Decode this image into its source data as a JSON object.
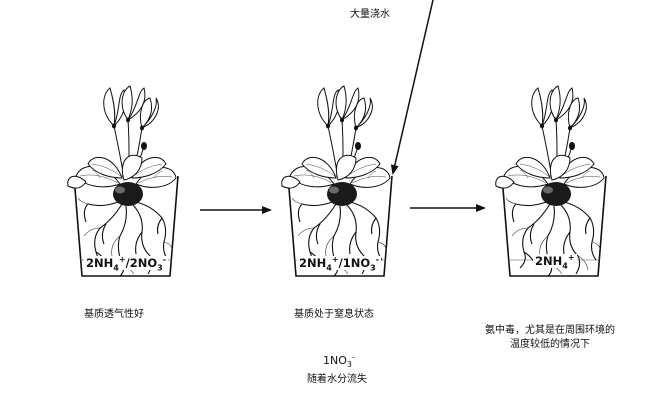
{
  "top_label": "大量浇水",
  "stages": [
    {
      "pot_label": {
        "a": "2NH",
        "a_sub": "4",
        "a_sup": "+",
        "sep": "/2NO",
        "b_sub": "3",
        "b_sup": "-"
      },
      "caption": "基质透气性好"
    },
    {
      "pot_label": {
        "a": "2NH",
        "a_sub": "4",
        "a_sup": "+",
        "sep": "/1NO",
        "b_sub": "3",
        "b_sup": "-"
      },
      "caption": "基质处于窒息状态",
      "leach_formula": {
        "base": "1NO",
        "sub": "3",
        "sup": "-"
      },
      "leach_text": "随着水分流失"
    },
    {
      "pot_label": {
        "a": "2NH",
        "a_sub": "4",
        "a_sup": "+"
      },
      "caption": "氨中毒，尤其是在周围环境的温度较低的情况下"
    }
  ],
  "colors": {
    "ink": "#111111",
    "background": "#ffffff"
  }
}
